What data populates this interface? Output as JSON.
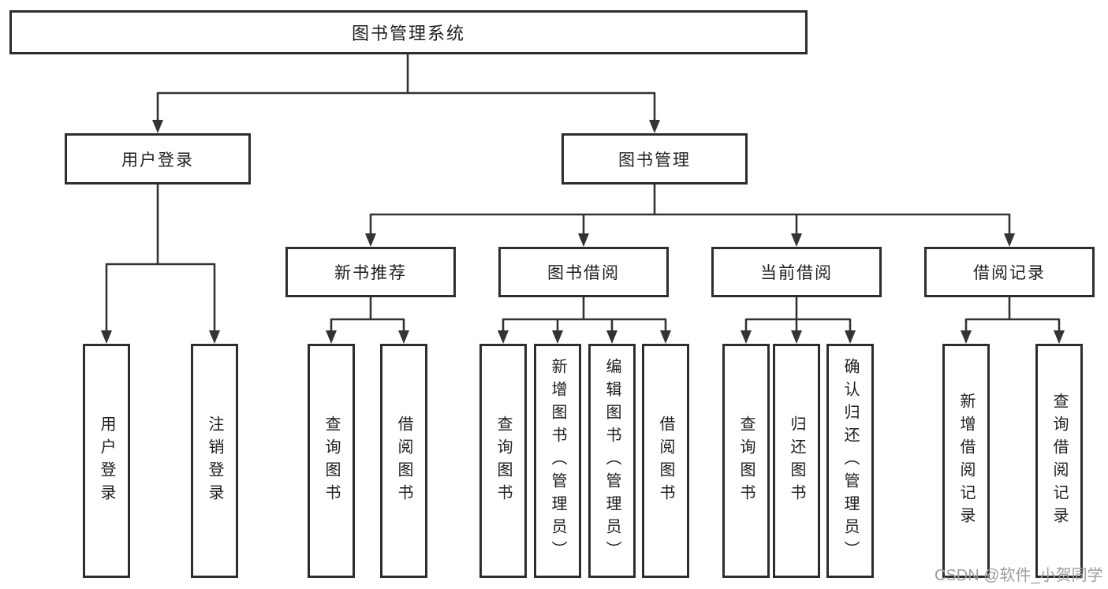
{
  "diagram": {
    "watermark": "CSDN @软件_小贺同学",
    "colors": {
      "line": "#333333",
      "box_border": "#2d2d2d",
      "text": "#1e1e1e",
      "background": "#ffffff",
      "watermark": "#9e9e9e"
    },
    "tree": {
      "label": "图书管理系统",
      "children": [
        {
          "label": "用户登录",
          "children": [
            {
              "label": "用户登录"
            },
            {
              "label": "注销登录"
            }
          ]
        },
        {
          "label": "图书管理",
          "children": [
            {
              "label": "新书推荐",
              "children": [
                {
                  "label": "查询图书"
                },
                {
                  "label": "借阅图书"
                }
              ]
            },
            {
              "label": "图书借阅",
              "children": [
                {
                  "label": "查询图书"
                },
                {
                  "label": "新增图书（管理员）"
                },
                {
                  "label": "编辑图书（管理员）"
                },
                {
                  "label": "借阅图书"
                }
              ]
            },
            {
              "label": "当前借阅",
              "children": [
                {
                  "label": "查询图书"
                },
                {
                  "label": "归还图书"
                },
                {
                  "label": "确认归还（管理员）"
                }
              ]
            },
            {
              "label": "借阅记录",
              "children": [
                {
                  "label": "新增借阅记录"
                },
                {
                  "label": "查询借阅记录"
                }
              ]
            }
          ]
        }
      ]
    }
  }
}
